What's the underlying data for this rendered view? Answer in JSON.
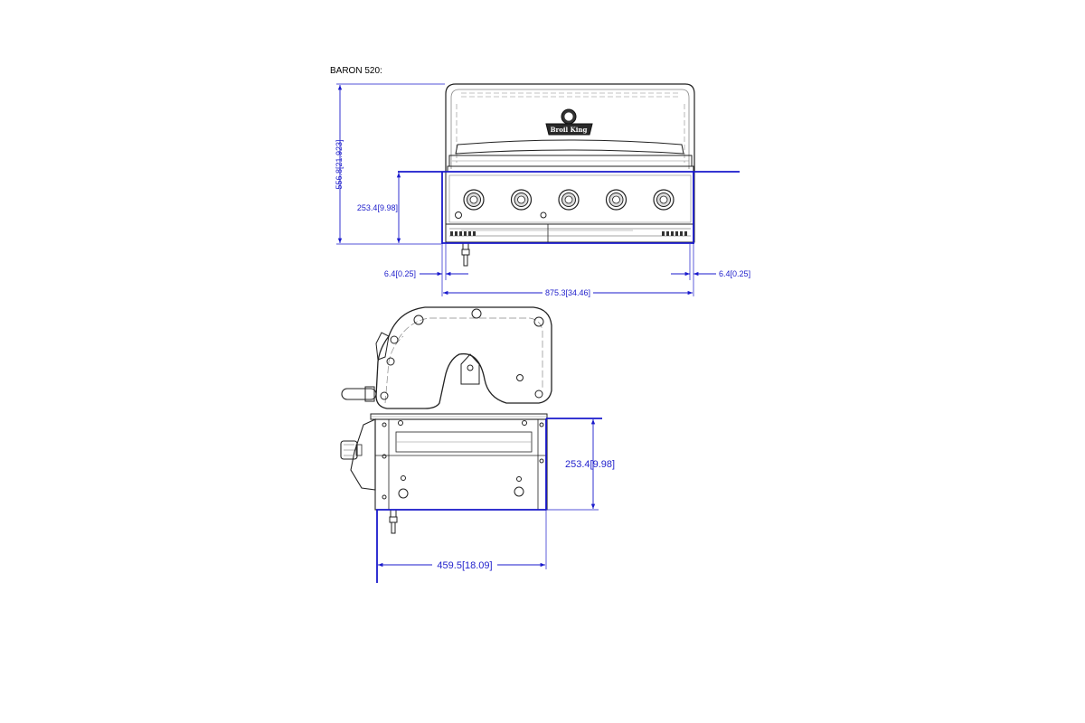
{
  "title": "BARON 520:",
  "brand_logo": "Broil King",
  "front_view": {
    "height_total": {
      "value": "556.8",
      "inch": "21.923"
    },
    "height_base": {
      "value": "253.4",
      "inch": "9.98"
    },
    "offset_left": {
      "value": "6.4",
      "inch": "0.25"
    },
    "offset_right": {
      "value": "6.4",
      "inch": "0.25"
    },
    "width": {
      "value": "875.3",
      "inch": "34.46"
    },
    "knob_count": 5
  },
  "side_view": {
    "height_base": {
      "value": "253.4",
      "inch": "9.98"
    },
    "depth": {
      "value": "459.5",
      "inch": "18.09"
    }
  },
  "colors": {
    "dimension": "#1a1acc",
    "outline": "#222222"
  }
}
